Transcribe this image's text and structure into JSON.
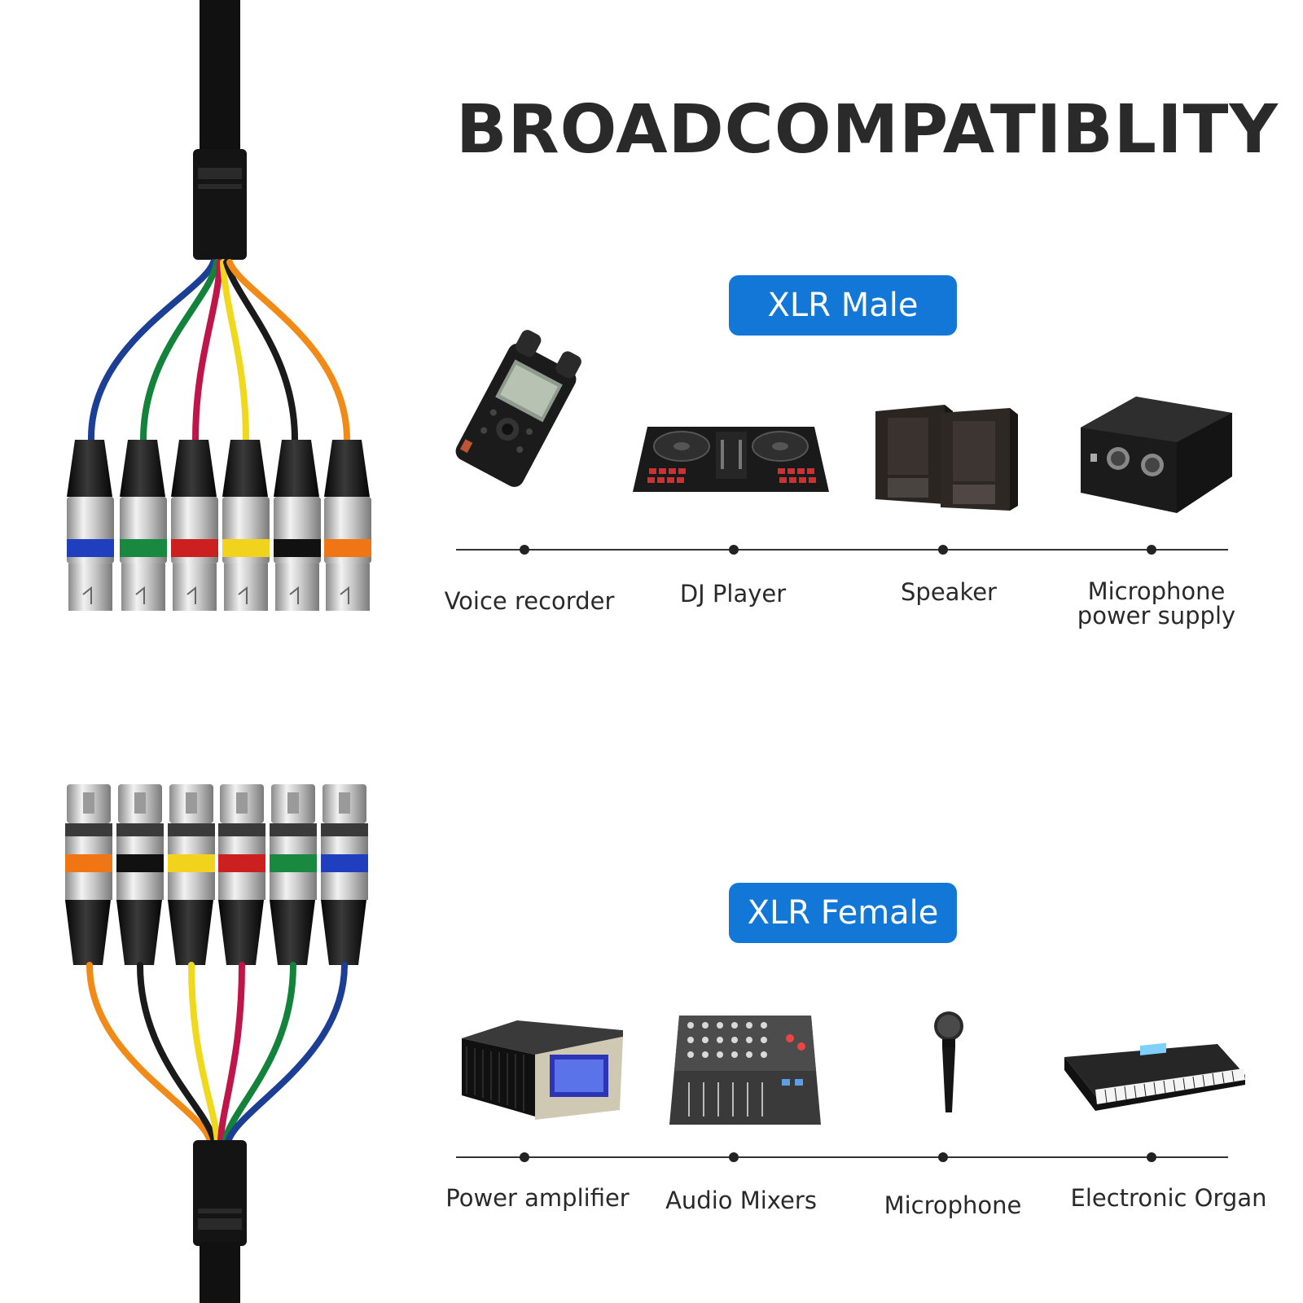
{
  "title": "BROADCOMPATIBLITY",
  "male_section": {
    "badge": "XLR Male",
    "devices": [
      {
        "icon": "voice-recorder-icon",
        "label": "Voice recorder"
      },
      {
        "icon": "dj-controller-icon",
        "label": "DJ Player"
      },
      {
        "icon": "speaker-icon",
        "label": "Speaker"
      },
      {
        "icon": "phantom-power-supply-icon",
        "label_line1": "Microphone",
        "label_line2": "power supply"
      }
    ]
  },
  "female_section": {
    "badge": "XLR Female",
    "devices": [
      {
        "icon": "power-amplifier-icon",
        "label": "Power amplifier"
      },
      {
        "icon": "audio-mixer-icon",
        "label": "Audio Mixers"
      },
      {
        "icon": "microphone-icon",
        "label": "Microphone"
      },
      {
        "icon": "electronic-keyboard-icon",
        "label": "Electronic Organ"
      }
    ]
  },
  "colors": {
    "badge_blue": "#1277d6",
    "wire_colors_male": [
      "#1c3f95",
      "#13823b",
      "#c0154a",
      "#f0d81c",
      "#1a1a1a",
      "#f28a17"
    ],
    "wire_colors_female": [
      "#f28a17",
      "#1a1a1a",
      "#f0d81c",
      "#c0154a",
      "#13823b",
      "#1c3f95"
    ],
    "band_colors_male": [
      "#1f3fbf",
      "#18893f",
      "#cc1f1f",
      "#f1d21c",
      "#111111",
      "#f07515"
    ],
    "band_colors_female": [
      "#f07515",
      "#111111",
      "#f1d21c",
      "#cc1f1f",
      "#18893f",
      "#1f3fbf"
    ]
  }
}
